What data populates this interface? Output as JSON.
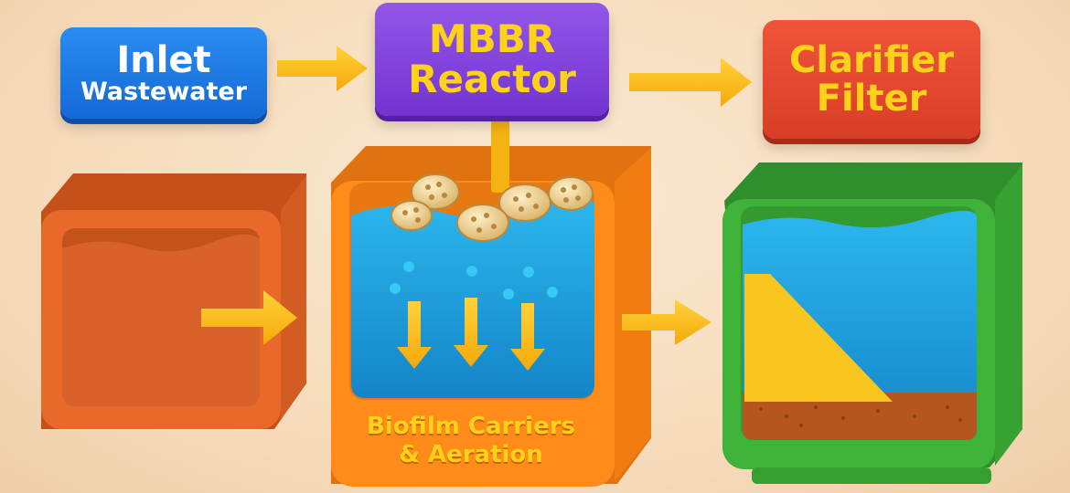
{
  "labels": {
    "inlet": {
      "line1": "Inlet",
      "line2": "Wastewater"
    },
    "mbbr": {
      "line1": "MBBR",
      "line2": "Reactor"
    },
    "clarifier": {
      "line1": "Clarifier",
      "line2": "Filter"
    },
    "reactor_caption": {
      "line1": "Biofilm Carriers",
      "line2": "& Aeration"
    }
  },
  "colors": {
    "inlet_box": "#1a78e6",
    "mbbr_box": "#8244dd",
    "clarifier_box": "#e44a30",
    "text_yellow": "#ffd21a",
    "arrow": "#ffc21a",
    "tank_inlet": "#e8692a",
    "tank_reactor": "#ff8c1a",
    "tank_clarifier": "#3fb23a",
    "water": "#1ea6e0",
    "sediment": "#b4561e"
  },
  "icons": [
    "arrow-right-icon",
    "arrow-down-icon",
    "biofilm-carrier-icon",
    "bubble-icon"
  ]
}
